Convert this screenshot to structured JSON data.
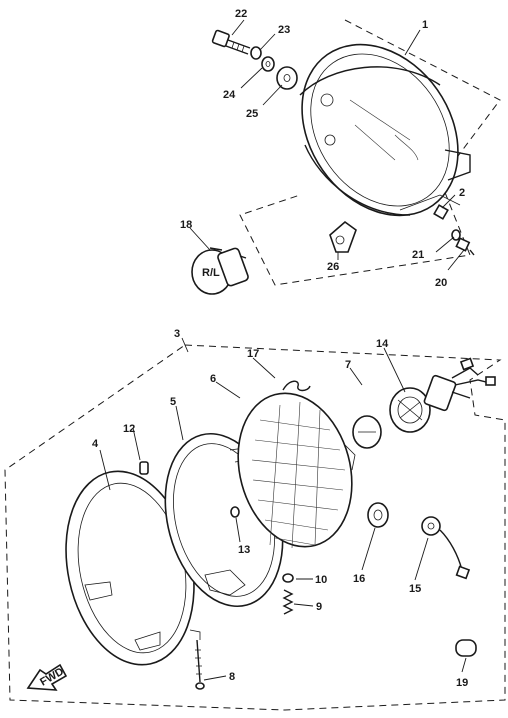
{
  "callouts": [
    {
      "id": "1",
      "text": "1"
    },
    {
      "id": "2",
      "text": "2"
    },
    {
      "id": "3",
      "text": "3"
    },
    {
      "id": "4",
      "text": "4"
    },
    {
      "id": "5",
      "text": "5"
    },
    {
      "id": "6",
      "text": "6"
    },
    {
      "id": "7",
      "text": "7"
    },
    {
      "id": "8",
      "text": "8"
    },
    {
      "id": "9",
      "text": "9"
    },
    {
      "id": "10",
      "text": "10"
    },
    {
      "id": "12",
      "text": "12"
    },
    {
      "id": "13",
      "text": "13"
    },
    {
      "id": "14",
      "text": "14"
    },
    {
      "id": "15",
      "text": "15"
    },
    {
      "id": "16",
      "text": "16"
    },
    {
      "id": "17",
      "text": "17"
    },
    {
      "id": "18",
      "text": "18"
    },
    {
      "id": "19",
      "text": "19"
    },
    {
      "id": "20",
      "text": "20"
    },
    {
      "id": "21",
      "text": "21"
    },
    {
      "id": "22",
      "text": "22"
    },
    {
      "id": "23",
      "text": "23"
    },
    {
      "id": "24",
      "text": "24"
    },
    {
      "id": "25",
      "text": "25"
    },
    {
      "id": "26",
      "text": "26"
    }
  ],
  "fwd_arrow_label": "FWD",
  "bulb_marking": "R/L"
}
